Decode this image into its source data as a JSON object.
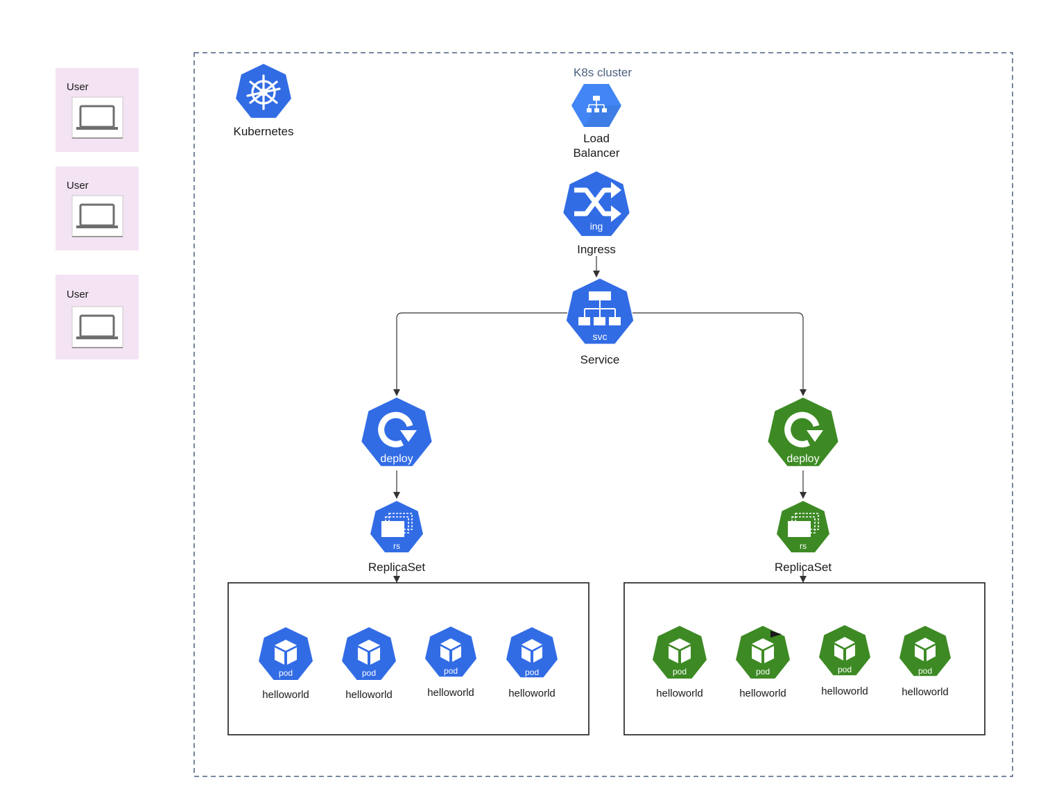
{
  "users": [
    {
      "label": "User"
    },
    {
      "label": "User"
    },
    {
      "label": "User"
    }
  ],
  "cluster": {
    "label": "K8s cluster"
  },
  "kubernetes": {
    "label": "Kubernetes"
  },
  "load_balancer": {
    "label_line1": "Load",
    "label_line2": "Balancer"
  },
  "ingress": {
    "label": "Ingress",
    "icon_text": "ing"
  },
  "service": {
    "label": "Service",
    "icon_text": "svc"
  },
  "deployments": [
    {
      "icon_text": "deploy"
    },
    {
      "icon_text": "deploy"
    }
  ],
  "replicasets": [
    {
      "label": "ReplicaSet",
      "icon_text": "rs"
    },
    {
      "label": "ReplicaSet",
      "icon_text": "rs"
    }
  ],
  "pod_groups": [
    {
      "pods": [
        {
          "label": "helloworld",
          "icon_text": "pod"
        },
        {
          "label": "helloworld",
          "icon_text": "pod"
        },
        {
          "label": "helloworld",
          "icon_text": "pod"
        },
        {
          "label": "helloworld",
          "icon_text": "pod"
        }
      ]
    },
    {
      "pods": [
        {
          "label": "helloworld",
          "icon_text": "pod"
        },
        {
          "label": "helloworld",
          "icon_text": "pod"
        },
        {
          "label": "helloworld",
          "icon_text": "pod"
        },
        {
          "label": "helloworld",
          "icon_text": "pod"
        }
      ]
    }
  ],
  "colors": {
    "k8s_blue": "#326ce5",
    "gcp_blue": "#4285f4",
    "green": "#3d8a24",
    "user_bg": "#f3e3f3",
    "cluster_border": "#4a5f80"
  }
}
